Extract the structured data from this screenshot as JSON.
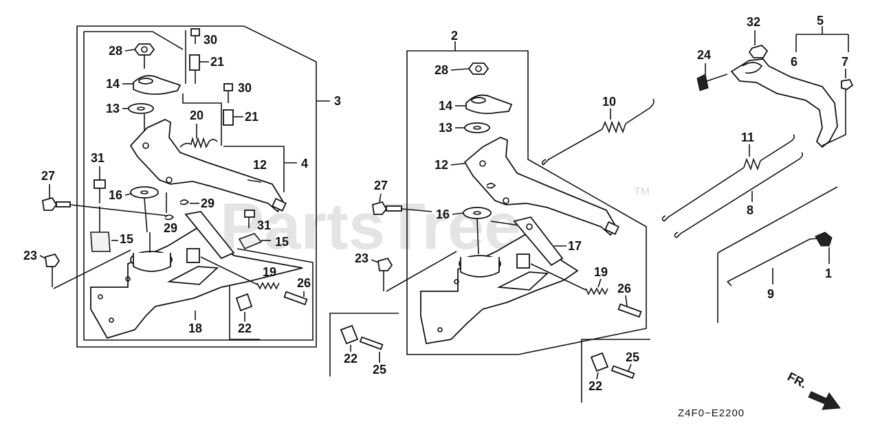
{
  "watermark": "PartsTree",
  "trademark": "TM",
  "diagram_code": "Z4F0−E2200",
  "front_indicator": "FR.",
  "callouts": {
    "l28": "28",
    "l14": "14",
    "l13": "13",
    "l16": "16",
    "l31a": "31",
    "l27": "27",
    "l15a": "15",
    "l23": "23",
    "l30a": "30",
    "l21a": "21",
    "l30b": "30",
    "l21b": "21",
    "l20": "20",
    "l3": "3",
    "l4": "4",
    "l12": "12",
    "l29a": "29",
    "l29b": "29",
    "l31b": "31",
    "l15b": "15",
    "l19": "19",
    "l26": "26",
    "l22a": "22",
    "l18": "18",
    "m2": "2",
    "m28": "28",
    "m14": "14",
    "m13": "13",
    "m12": "12",
    "m27": "27",
    "m16": "16",
    "m23": "23",
    "m17": "17",
    "m19": "19",
    "m26": "26",
    "m22": "22",
    "m25": "25",
    "r22": "22",
    "r25": "25",
    "k32": "32",
    "k5": "5",
    "k24": "24",
    "k6": "6",
    "k7": "7",
    "k10": "10",
    "k11": "11",
    "k8": "8",
    "k9": "9",
    "k1": "1"
  }
}
